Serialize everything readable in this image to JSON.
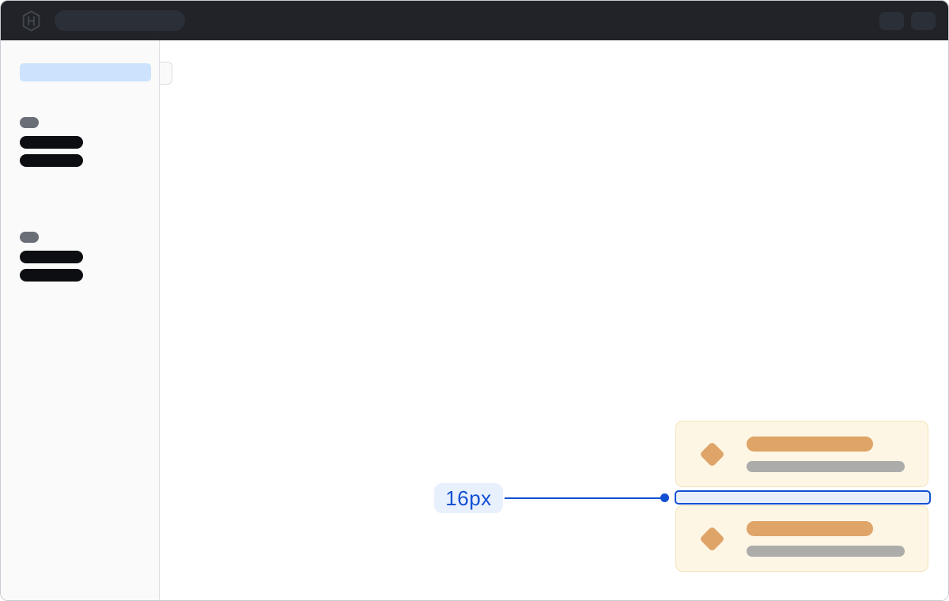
{
  "navbar": {
    "logo_icon": "hashicorp-logo",
    "search_skeleton": "search-placeholder-pill",
    "action_placeholders": [
      {
        "name": "navbar-action-placeholder"
      },
      {
        "name": "navbar-action-placeholder"
      }
    ]
  },
  "sidebar": {
    "selected_item_skeleton": "active-nav-item-placeholder",
    "collapse_handle": "sidebar-collapse-handle",
    "groups": [
      {
        "label_skeleton": "section-label-placeholder",
        "items": [
          "nav-item-placeholder",
          "nav-item-placeholder"
        ]
      },
      {
        "label_skeleton": "section-label-placeholder",
        "items": [
          "nav-item-placeholder",
          "nav-item-placeholder"
        ]
      }
    ]
  },
  "cards": [
    {
      "icon": "diamond-icon",
      "title_skeleton": "card-title-placeholder",
      "subtitle_skeleton": "card-subtitle-placeholder"
    },
    {
      "icon": "diamond-icon",
      "title_skeleton": "card-title-placeholder",
      "subtitle_skeleton": "card-subtitle-placeholder"
    }
  ],
  "annotation": {
    "label": "16px",
    "measured_element": "gap-between-cards"
  },
  "colors": {
    "window_border": "#c8cbd1",
    "navbar_bg": "#212329",
    "navbar_pill": "#2b3038",
    "logo": "#41464d",
    "sidebar_bg": "#fafafa",
    "sidebar_border": "#dbdee4",
    "selected_bg": "#cde2fc",
    "skeleton_dark": "#0c0e12",
    "skeleton_gray": "#6a6f77",
    "card_bg": "#fdf6e4",
    "card_border": "#f3e3ba",
    "orange": "#dfa468",
    "bar_gray": "#acacab",
    "accent": "#1250d2",
    "accent_pill_bg": "#e9f0fd",
    "highlight_fill": "#e8effb"
  }
}
